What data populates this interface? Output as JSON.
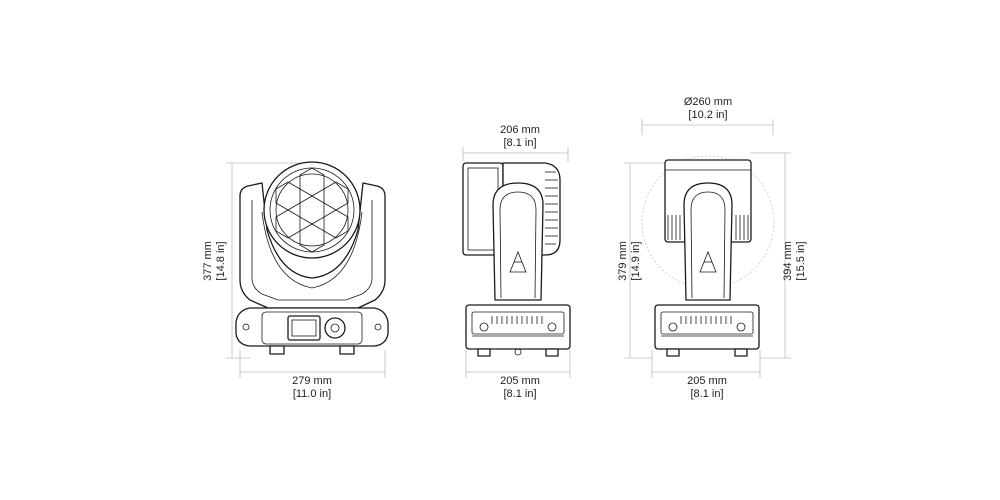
{
  "views": {
    "front": {
      "width": {
        "mm": "279 mm",
        "in": "[11.0 in]"
      },
      "height": {
        "mm": "377 mm",
        "in": "[14.8 in]"
      }
    },
    "side": {
      "head_width": {
        "mm": "206 mm",
        "in": "[8.1 in]"
      },
      "base_width": {
        "mm": "205 mm",
        "in": "[8.1 in]"
      }
    },
    "back": {
      "head_diameter": {
        "mm": "Ø260 mm",
        "in": "[10.2 in]"
      },
      "base_width": {
        "mm": "205 mm",
        "in": "[8.1 in]"
      },
      "height": {
        "mm": "379 mm",
        "in": "[14.9 in]"
      },
      "total_height": {
        "mm": "394 mm",
        "in": "[15.5 in]"
      }
    }
  }
}
